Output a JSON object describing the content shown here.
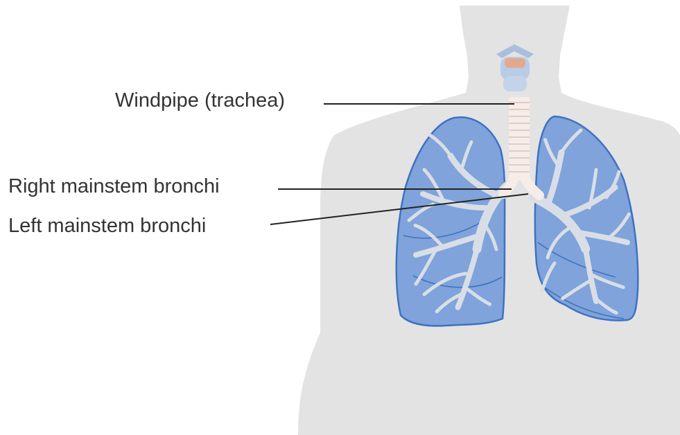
{
  "labels": {
    "trachea": "Windpipe (trachea)",
    "right_bronchi": "Right mainstem bronchi",
    "left_bronchi": "Left mainstem bronchi"
  },
  "colors": {
    "body_silhouette": "#e3e3e3",
    "lung_fill": "#7fa3da",
    "lung_outline": "#3d72c2",
    "airway": "#d9dee6",
    "trachea_ring": "#f6ece8",
    "larynx": "#e3a98f",
    "leader_line": "#222222",
    "label_text": "#333333"
  }
}
